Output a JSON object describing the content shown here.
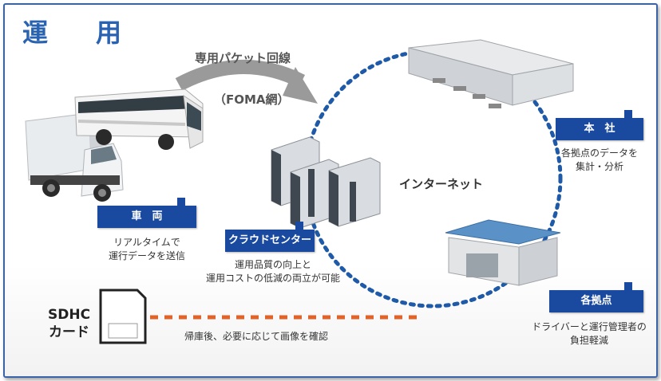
{
  "title": "運　用",
  "line": {
    "label": "専用パケット回線",
    "network": "（FOMA網）"
  },
  "internet": "インターネット",
  "vehicles": {
    "label": "車　両",
    "desc1": "リアルタイムで",
    "desc2": "運行データを送信"
  },
  "cloud": {
    "label": "クラウドセンター",
    "desc1": "運用品質の向上と",
    "desc2": "運用コストの低減の両立が可能"
  },
  "hq": {
    "label": "本　社",
    "desc1": "各拠点のデータを",
    "desc2": "集計・分析"
  },
  "branch": {
    "label": "各拠点",
    "desc1": "ドライバーと運行管理者の",
    "desc2": "負担軽減"
  },
  "sd": {
    "line1": "SDHC",
    "line2": "カード",
    "desc": "帰庫後、必要に応じて画像を確認"
  },
  "colors": {
    "accent": "#1a4aa0",
    "title": "#2a62b2",
    "dotted_circle": "#1f5aa8",
    "sd_line": "#e0642a"
  }
}
